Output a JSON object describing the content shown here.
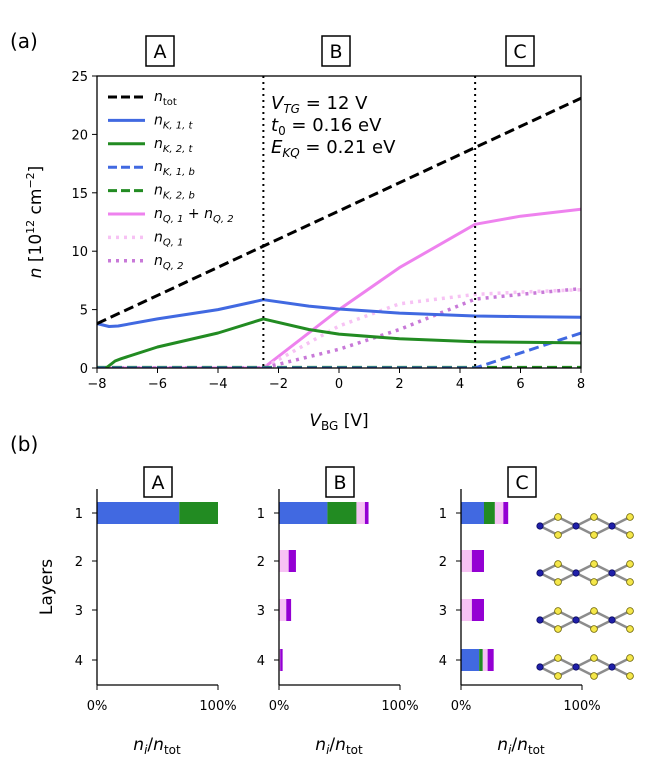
{
  "panel_labels": {
    "a": "(a)",
    "b": "(b)"
  },
  "colors": {
    "blue": "#4169e1",
    "green": "#228b22",
    "violet": "#ee82ee",
    "pink": "#f7c2f4",
    "orchid": "#c879d8",
    "purple": "#9400d3",
    "black": "#000000"
  },
  "chart_data": [
    {
      "type": "line",
      "regions": [
        "A",
        "B",
        "C"
      ],
      "boundaries": [
        -2.5,
        4.5
      ],
      "xlim": [
        -8,
        8
      ],
      "ylim": [
        0,
        25
      ],
      "xticks": [
        -8,
        -6,
        -4,
        -2,
        0,
        2,
        4,
        6,
        8
      ],
      "yticks": [
        0,
        5,
        10,
        15,
        20,
        25
      ],
      "xticklabels": [
        "−8",
        "−6",
        "−4",
        "−2",
        "0",
        "2",
        "4",
        "6",
        "8"
      ],
      "yticklabels": [
        "0",
        "5",
        "10",
        "15",
        "20",
        "25"
      ],
      "xlabel": {
        "main": "V",
        "sub": "BG",
        "unit": " [V]"
      },
      "ylabel": {
        "main": "n",
        "unit": " [10",
        "exp": "12",
        "unit2": " cm",
        "exp2": "−2",
        "close": "]"
      },
      "annotations": [
        {
          "main": "V",
          "sub": "TG",
          "rest": " = 12 V"
        },
        {
          "main": "t",
          "sub": "0",
          "rest": " = 0.16 eV"
        },
        {
          "main": "E",
          "sub": "KQ",
          "rest": " = 0.21 eV"
        }
      ],
      "legend_position": "top-left",
      "series": [
        {
          "name": "n_tot",
          "label": {
            "base": "n",
            "sub": "tot"
          },
          "color": "black",
          "dash": "dashed",
          "x": [
            -8,
            8
          ],
          "y": [
            3.8,
            23.1
          ]
        },
        {
          "name": "n_K,1,t",
          "label": {
            "base": "n",
            "sub": "K, 1, t"
          },
          "color": "blue",
          "dash": "solid",
          "x": [
            -8,
            -7.6,
            -7.3,
            -6,
            -4,
            -2.5,
            -1,
            0,
            2,
            4.5,
            6,
            8
          ],
          "y": [
            3.8,
            3.55,
            3.6,
            4.2,
            5.0,
            5.85,
            5.3,
            5.05,
            4.7,
            4.45,
            4.4,
            4.35
          ]
        },
        {
          "name": "n_K,2,t",
          "label": {
            "base": "n",
            "sub": "K, 2, t"
          },
          "color": "green",
          "dash": "solid",
          "x": [
            -7.7,
            -7.4,
            -7.2,
            -6,
            -4,
            -2.5,
            -1,
            0,
            2,
            4.5,
            6,
            8
          ],
          "y": [
            0,
            0.6,
            0.8,
            1.8,
            3.0,
            4.2,
            3.3,
            2.9,
            2.5,
            2.25,
            2.2,
            2.15
          ]
        },
        {
          "name": "n_K,1,b",
          "label": {
            "base": "n",
            "sub": "K, 1, b"
          },
          "color": "blue",
          "dash": "dashed",
          "x": [
            -8,
            4.5,
            8
          ],
          "y": [
            0,
            0,
            3.0
          ]
        },
        {
          "name": "n_K,2,b",
          "label": {
            "base": "n",
            "sub": "K, 2, b"
          },
          "color": "green",
          "dash": "dashed",
          "x": [
            -8,
            8
          ],
          "y": [
            0.05,
            0.05
          ]
        },
        {
          "name": "n_Q,1 + n_Q,2",
          "label": {
            "base": "n",
            "sub": "Q, 1",
            "plus": " + ",
            "base2": "n",
            "sub2": "Q, 2"
          },
          "color": "violet",
          "dash": "solid",
          "x": [
            -8,
            -2.5,
            0,
            2,
            4.5,
            6,
            8
          ],
          "y": [
            0,
            0,
            5.0,
            8.6,
            12.3,
            13.0,
            13.6
          ]
        },
        {
          "name": "n_Q,1",
          "label": {
            "base": "n",
            "sub": "Q, 1"
          },
          "color": "pink",
          "dash": "dotted",
          "x": [
            -8,
            -2.5,
            0,
            2,
            4.5,
            6,
            8
          ],
          "y": [
            0,
            0,
            3.6,
            5.5,
            6.3,
            6.5,
            6.7
          ]
        },
        {
          "name": "n_Q,2",
          "label": {
            "base": "n",
            "sub": "Q, 2"
          },
          "color": "orchid",
          "dash": "dotted",
          "x": [
            -8,
            -2.5,
            0,
            2,
            4.5,
            6,
            8
          ],
          "y": [
            0,
            0,
            1.6,
            3.3,
            5.9,
            6.3,
            6.8
          ]
        }
      ]
    },
    {
      "type": "bar",
      "orientation": "horizontal",
      "stacked": true,
      "ylabel": "Layers",
      "xlabel": {
        "main": "n",
        "sub": "i",
        "slash": "/",
        "main2": "n",
        "sub2": "tot"
      },
      "xlim": [
        0,
        100
      ],
      "xticklabels": [
        "0%",
        "100%"
      ],
      "layers": [
        "1",
        "2",
        "3",
        "4"
      ],
      "segment_colors": [
        "blue",
        "green",
        "pink",
        "purple"
      ],
      "panels": [
        {
          "label": "A",
          "values": [
            [
              68,
              32,
              0,
              0
            ],
            [
              0,
              0,
              0,
              0
            ],
            [
              0,
              0,
              0,
              0
            ],
            [
              0,
              0,
              0,
              0
            ]
          ]
        },
        {
          "label": "B",
          "values": [
            [
              40,
              24,
              7,
              3
            ],
            [
              0,
              0,
              8,
              6
            ],
            [
              0,
              0,
              6,
              4
            ],
            [
              0,
              0,
              1,
              2
            ]
          ]
        },
        {
          "label": "C",
          "values": [
            [
              19,
              9,
              7,
              4
            ],
            [
              0,
              0,
              9,
              10
            ],
            [
              0,
              0,
              9,
              10
            ],
            [
              15,
              3,
              4,
              5
            ]
          ]
        }
      ]
    }
  ]
}
